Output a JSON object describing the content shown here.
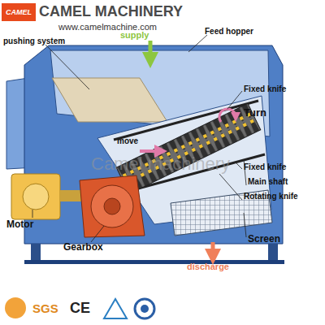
{
  "diagram": {
    "title": "CAMEL MACHINERY",
    "nodes": [
      {
        "text": [
          "CAMEL"
        ]
      }
    ],
    "labels": [
      "www.camelmachine.com",
      "supply",
      "Feed hopper",
      "pushing system",
      "Fixed knife",
      "Turn",
      "move",
      "Fixed knife",
      "Main shaft",
      "Rotating knife",
      "Motor",
      "Gearbox",
      "Screen",
      "discharge",
      "Camel machinery",
      "SGS",
      "CE"
    ]
  }
}
